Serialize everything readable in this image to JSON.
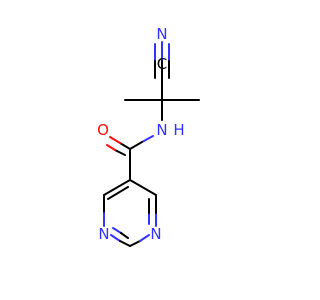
{
  "molecule": {
    "atoms": {
      "n_nitrile": "N",
      "c_nitrile": "C",
      "n_amide": "N",
      "h_amide": "H",
      "o_carbonyl": "O",
      "n_ring_left": "N",
      "n_ring_right": "N"
    },
    "colors": {
      "bond": "#000000",
      "nitrogen": "#3333ff",
      "oxygen": "#ff0d0d",
      "carbon": "#000000"
    }
  }
}
